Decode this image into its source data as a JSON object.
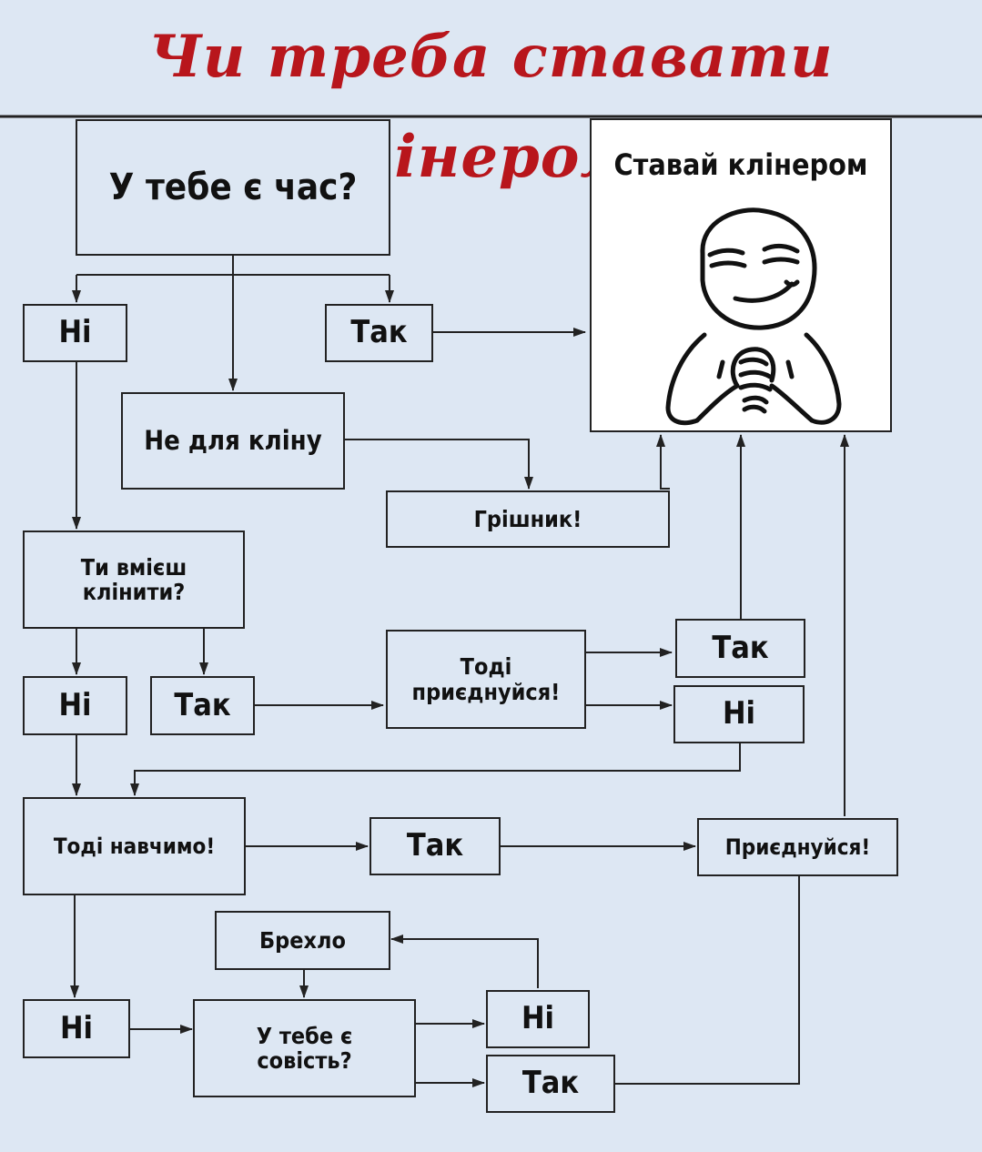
{
  "title": "Чи треба ставати клінером?",
  "colors": {
    "title": "#b8161c",
    "background": "#dde7f3",
    "line": "#222222",
    "result_bg": "#ffffff"
  },
  "result": {
    "label": "Ставай клінером",
    "image": "smug-face-icon"
  },
  "nodes": {
    "q_time": "У тебе є час?",
    "no_1": "Ні",
    "yes_1": "Так",
    "not_for_clean": "Не для кліну",
    "sinner": "Грішник!",
    "q_can_clean": "Ти вмієш клінити?",
    "no_2": "Ні",
    "yes_2": "Так",
    "then_join": "Тоді приєднуйся!",
    "yes_3": "Так",
    "no_3": "Ні",
    "then_teach": "Тоді навчимо!",
    "yes_4": "Так",
    "join": "Приєднуйся!",
    "liar": "Брехло",
    "no_4": "Ні",
    "q_conscience": "У тебе є совість?",
    "no_5": "Ні",
    "yes_5": "Так"
  }
}
